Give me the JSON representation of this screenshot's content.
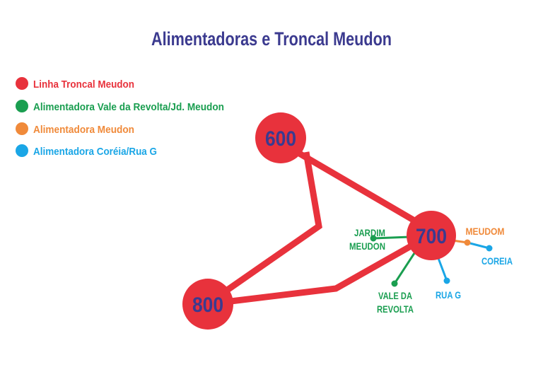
{
  "title": "Alimentadoras e Troncal Meudon",
  "colors": {
    "title": "#3b3a8f",
    "troncal": "#e8323c",
    "vale": "#1a9e50",
    "meudon": "#f08a3a",
    "coreia": "#1aa6e6"
  },
  "legend": [
    {
      "label": "Linha Troncal Meudon",
      "color": "#e8323c"
    },
    {
      "label": "Alimentadora Vale da Revolta/Jd. Meudon",
      "color": "#1a9e50"
    },
    {
      "label": "Alimentadora Meudon",
      "color": "#f08a3a"
    },
    {
      "label": "Alimentadora Coréia/Rua G",
      "color": "#1aa6e6"
    }
  ],
  "nodes": {
    "n600": "600",
    "n700": "700",
    "n800": "800"
  },
  "stops": {
    "jardim_1": "JARDIM",
    "jardim_2": "MEUDON",
    "vale_1": "VALE DA",
    "vale_2": "REVOLTA",
    "ruag": "RUA G",
    "meudom": "MEUDOM",
    "coreia": "COREIA"
  }
}
